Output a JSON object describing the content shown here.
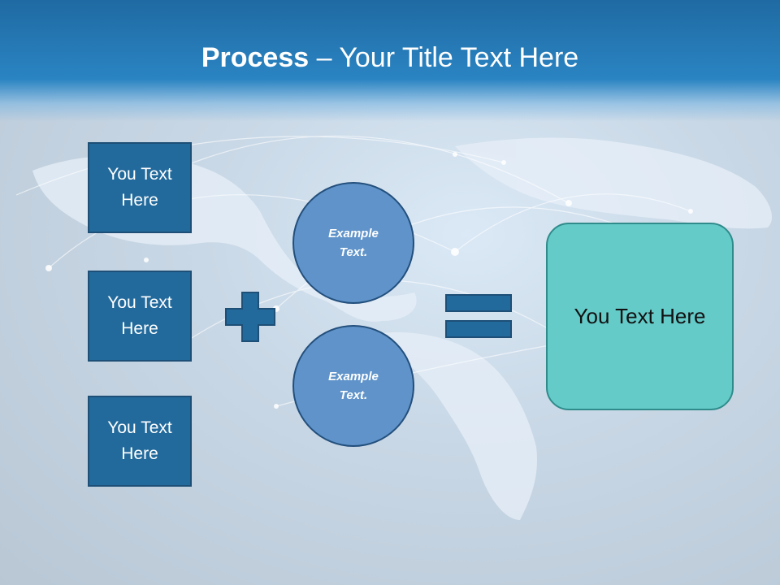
{
  "slide": {
    "title_bold": "Process",
    "title_rest": " – Your Title Text Here",
    "left_boxes": [
      "You Text Here",
      "You Text Here",
      "You Text Here"
    ],
    "circles": [
      "Example Text.",
      "Example Text."
    ],
    "result": "You Text Here",
    "icons": {
      "plus": "plus-icon",
      "equals": "equals-icon"
    },
    "colors": {
      "header": "#2a84c2",
      "box_fill": "#236a9c",
      "circle_fill": "#5f93c9",
      "result_fill": "#64cbc9"
    }
  }
}
